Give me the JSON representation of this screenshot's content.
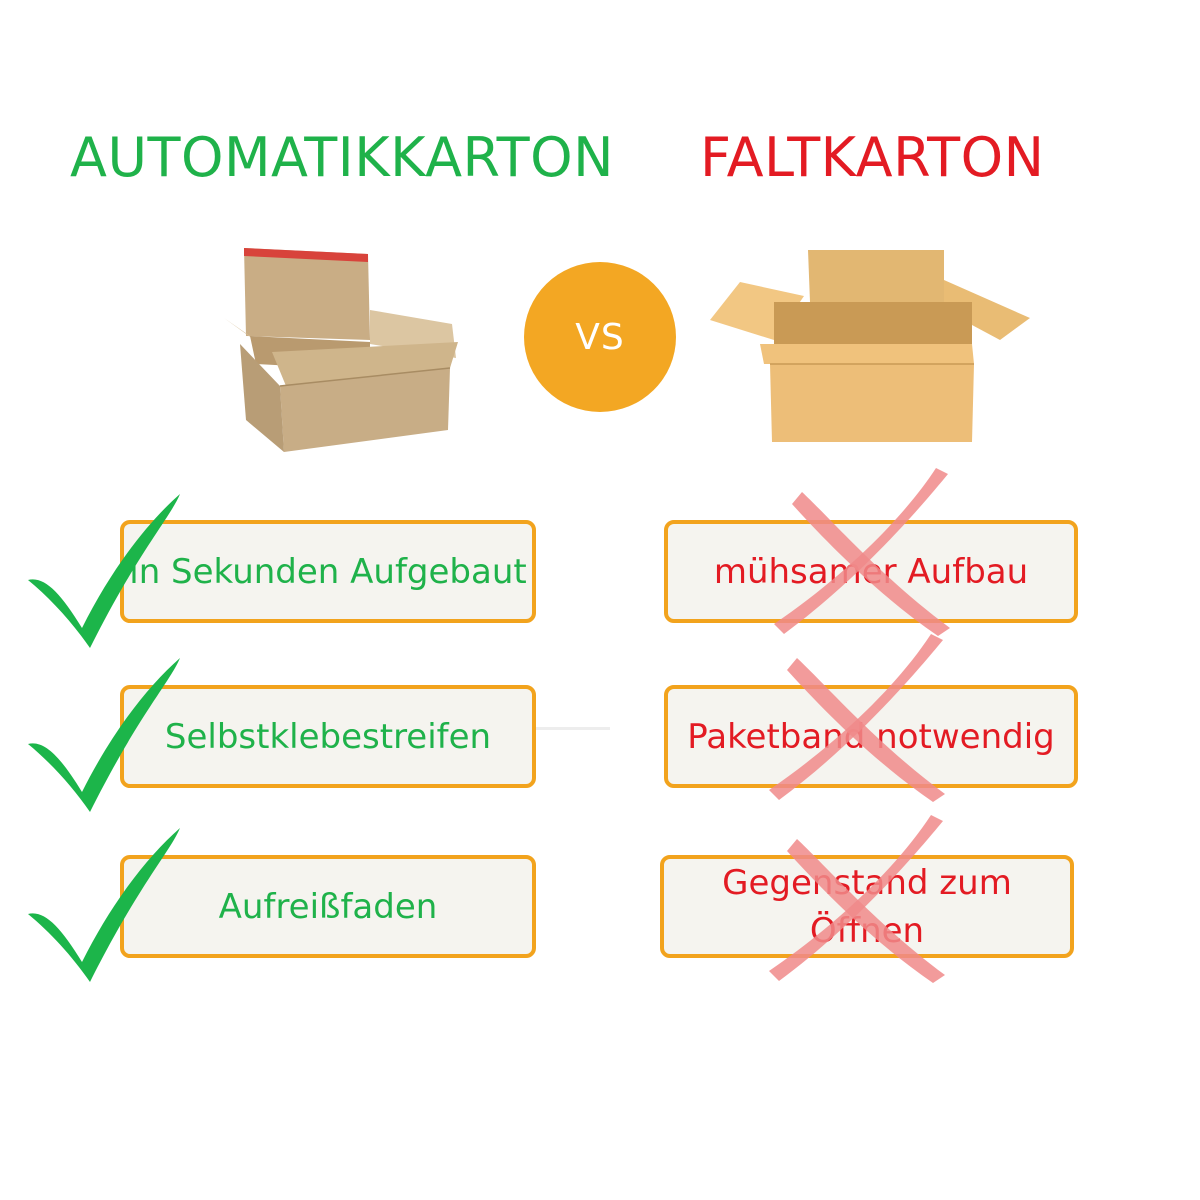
{
  "left_column": {
    "title": "AUTOMATIKKARTON",
    "title_color": "#1fb24a",
    "image_icon": "automatic-box-icon",
    "items": [
      {
        "label": "in Sekunden Aufgebaut",
        "icon": "checkmark-icon"
      },
      {
        "label": "Selbstklebestreifen",
        "icon": "checkmark-icon"
      },
      {
        "label": "Aufreißfaden",
        "icon": "checkmark-icon"
      }
    ]
  },
  "vs": {
    "label": "VS",
    "color": "#f3a723"
  },
  "right_column": {
    "title": "FALTKARTON",
    "title_color": "#e31b23",
    "image_icon": "folding-box-icon",
    "items": [
      {
        "label": "mühsamer Aufbau",
        "icon": "cross-icon"
      },
      {
        "label": "Paketband notwendig",
        "icon": "cross-icon"
      },
      {
        "label": "Gegenstand zum Öffnen",
        "icon": "cross-icon"
      }
    ]
  },
  "colors": {
    "accent_border": "#f2a31d",
    "pill_background": "#f5f4ef",
    "check": "#1cb54a",
    "cross": "#f08a8a"
  }
}
